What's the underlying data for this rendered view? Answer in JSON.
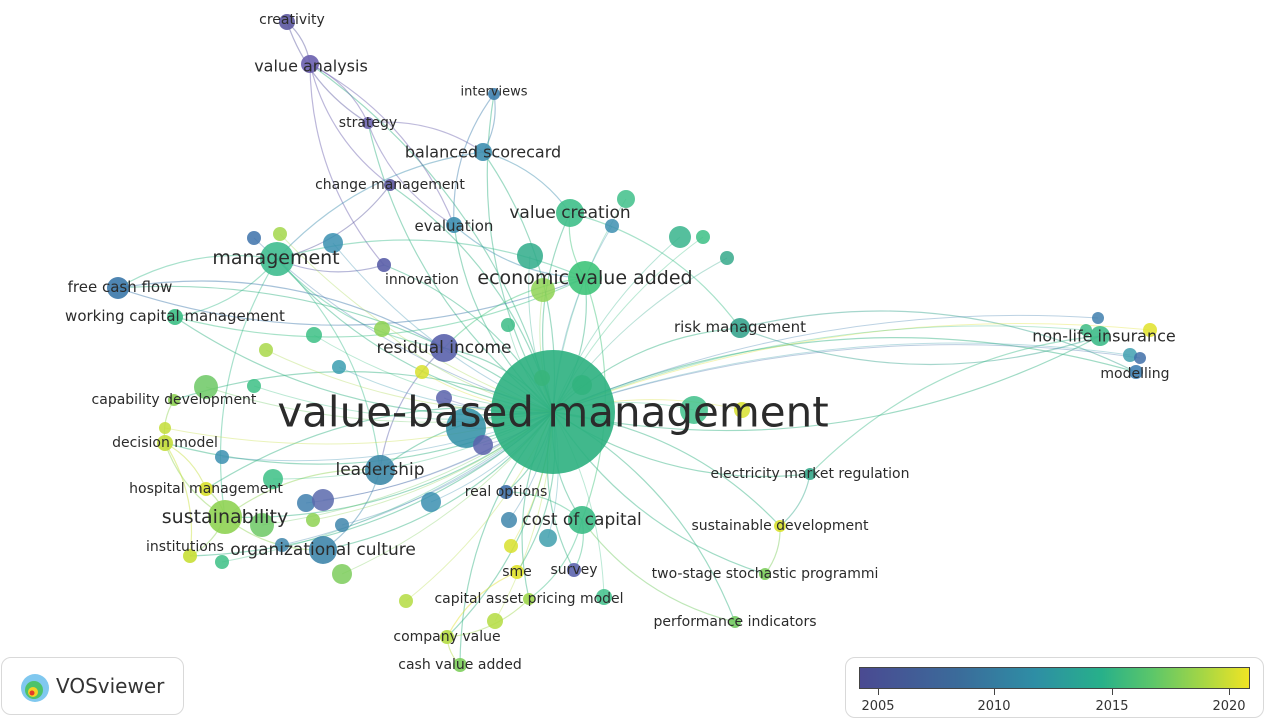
{
  "app": {
    "name": "VOSviewer"
  },
  "nodes": [
    {
      "id": "vbm",
      "label": "value-based management",
      "color": "#2cb07f"
    },
    {
      "id": "creativity",
      "label": "creativity",
      "color": "#5c58a0"
    },
    {
      "id": "value_analysis",
      "label": "value analysis",
      "color": "#6a5fae"
    },
    {
      "id": "interviews",
      "label": "interviews",
      "color": "#3f7fae"
    },
    {
      "id": "strategy",
      "label": "strategy",
      "color": "#6f66b0"
    },
    {
      "id": "balanced_scorecard",
      "label": "balanced scorecard",
      "color": "#3f8fb0"
    },
    {
      "id": "change_management",
      "label": "change management",
      "color": "#5c58a0"
    },
    {
      "id": "value_creation",
      "label": "value creation",
      "color": "#3fbf8a"
    },
    {
      "id": "evaluation",
      "label": "evaluation",
      "color": "#3d8fb0"
    },
    {
      "id": "management",
      "label": "management",
      "color": "#3fbc8f"
    },
    {
      "id": "eva",
      "label": "economic value added",
      "color": "#3fc47a"
    },
    {
      "id": "innovation",
      "label": "innovation",
      "color": "#5a5ea8"
    },
    {
      "id": "fcf",
      "label": "free cash flow",
      "color": "#3b78aa"
    },
    {
      "id": "wcm",
      "label": "working capital management",
      "color": "#3cbf85"
    },
    {
      "id": "risk_mgmt",
      "label": "risk management",
      "color": "#37a48e"
    },
    {
      "id": "non_life",
      "label": "non-life insurance",
      "color": "#3ebb8a"
    },
    {
      "id": "modelling",
      "label": "modelling",
      "color": "#3f80b2"
    },
    {
      "id": "residual_income",
      "label": "residual income",
      "color": "#5a62ac"
    },
    {
      "id": "capability_dev",
      "label": "capability development",
      "color": "#8ed254"
    },
    {
      "id": "decision_model",
      "label": "decision model",
      "color": "#c3dd3a"
    },
    {
      "id": "leadership",
      "label": "leadership",
      "color": "#3e8aa8"
    },
    {
      "id": "electricity",
      "label": "electricity market regulation",
      "color": "#36a98b"
    },
    {
      "id": "hospital_mgmt",
      "label": "hospital management",
      "color": "#d8e02e"
    },
    {
      "id": "real_options",
      "label": "real options",
      "color": "#3f6fa8"
    },
    {
      "id": "sustainability",
      "label": "sustainability",
      "color": "#8fd353"
    },
    {
      "id": "cost_of_capital",
      "label": "cost of capital",
      "color": "#3cbc86"
    },
    {
      "id": "sustainable_dev",
      "label": "sustainable development",
      "color": "#d9e12c"
    },
    {
      "id": "institutions",
      "label": "institutions",
      "color": "#c8df36"
    },
    {
      "id": "org_culture",
      "label": "organizational culture",
      "color": "#3f86ab"
    },
    {
      "id": "sme",
      "label": "sme",
      "color": "#e0e22a"
    },
    {
      "id": "survey",
      "label": "survey",
      "color": "#5c64ae"
    },
    {
      "id": "two_stage",
      "label": "two-stage stochastic programmi",
      "color": "#7dcd5c"
    },
    {
      "id": "capm",
      "label": "capital asset pricing model",
      "color": "#9ed64c"
    },
    {
      "id": "performance_ind",
      "label": "performance indicators",
      "color": "#72ca61"
    },
    {
      "id": "company_value",
      "label": "company value",
      "color": "#b4dc42"
    },
    {
      "id": "cash_value_added",
      "label": "cash value added",
      "color": "#7ecf5c"
    }
  ],
  "legend": {
    "ticks": [
      "2005",
      "2010",
      "2015",
      "2020"
    ],
    "colors": [
      "#4a4a92",
      "#2e8ea5",
      "#27b08a",
      "#a4d645",
      "#f0e424"
    ]
  }
}
